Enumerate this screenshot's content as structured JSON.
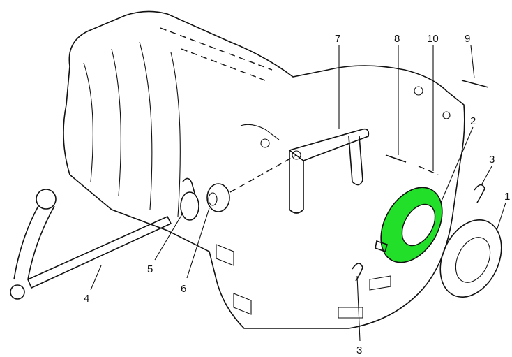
{
  "title": "Clutch release mechanism exploded view",
  "callouts": [
    {
      "id": "c7",
      "text": "7"
    },
    {
      "id": "c8",
      "text": "8"
    },
    {
      "id": "c10",
      "text": "10"
    },
    {
      "id": "c9",
      "text": "9"
    },
    {
      "id": "c2",
      "text": "2"
    },
    {
      "id": "c3a",
      "text": "3"
    },
    {
      "id": "c1",
      "text": "1"
    },
    {
      "id": "c5",
      "text": "5"
    },
    {
      "id": "c6",
      "text": "6"
    },
    {
      "id": "c4",
      "text": "4"
    },
    {
      "id": "c3b",
      "text": "3"
    }
  ],
  "colors": {
    "highlight": "#22e02a",
    "line": "#111111"
  }
}
